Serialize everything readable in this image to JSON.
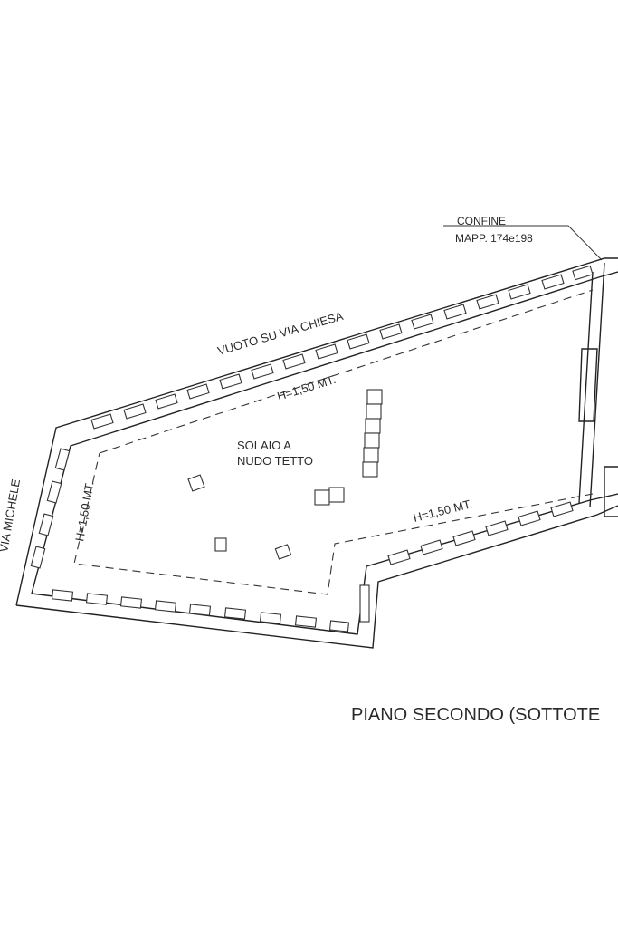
{
  "labels": {
    "boundary_line1": "CONFINE",
    "boundary_line2": "MAPP. 174e198",
    "void_top": "VUOTO SU VIA CHIESA",
    "height_top": "H=1,50 MT.",
    "height_left": "H=1,50 MT.",
    "height_bottom": "H=1,50 MT.",
    "room_line1": "SOLAIO A",
    "room_line2": "NUDO TETTO",
    "left_edge_partial": "VIA MICHELE",
    "floor_title": "PIANO SECONDO (SOTTOTE"
  }
}
